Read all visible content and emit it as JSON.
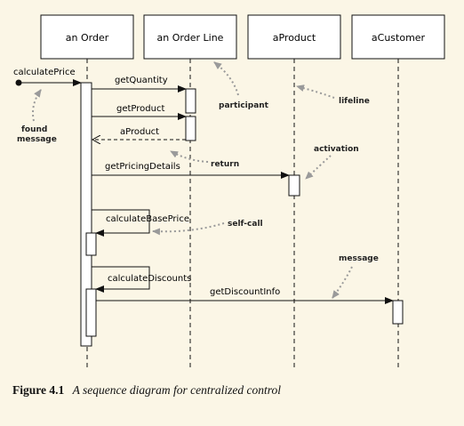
{
  "participants": [
    {
      "id": "order",
      "label": "an Order"
    },
    {
      "id": "orderline",
      "label": "an Order Line"
    },
    {
      "id": "product",
      "label": "aProduct"
    },
    {
      "id": "customer",
      "label": "aCustomer"
    }
  ],
  "messages": {
    "calculatePrice": "calculatePrice",
    "getQuantity": "getQuantity",
    "getProduct": "getProduct",
    "aProduct": "aProduct",
    "getPricingDetails": "getPricingDetails",
    "calculateBasePrice": "calculateBasePrice",
    "calculateDiscounts": "calculateDiscounts",
    "getDiscountInfo": "getDiscountInfo"
  },
  "annotations": {
    "found_message": "found\nmessage",
    "participant": "participant",
    "lifeline": "lifeline",
    "activation": "activation",
    "return": "return",
    "self_call": "self-call",
    "message": "message"
  },
  "caption": {
    "figure": "Figure 4.1",
    "text": "A sequence diagram for centralized control"
  },
  "colors": {
    "background": "#fbf6e6",
    "box_fill": "#ffffff",
    "line": "#111111",
    "annotation_arrow": "#9a9a9a"
  }
}
